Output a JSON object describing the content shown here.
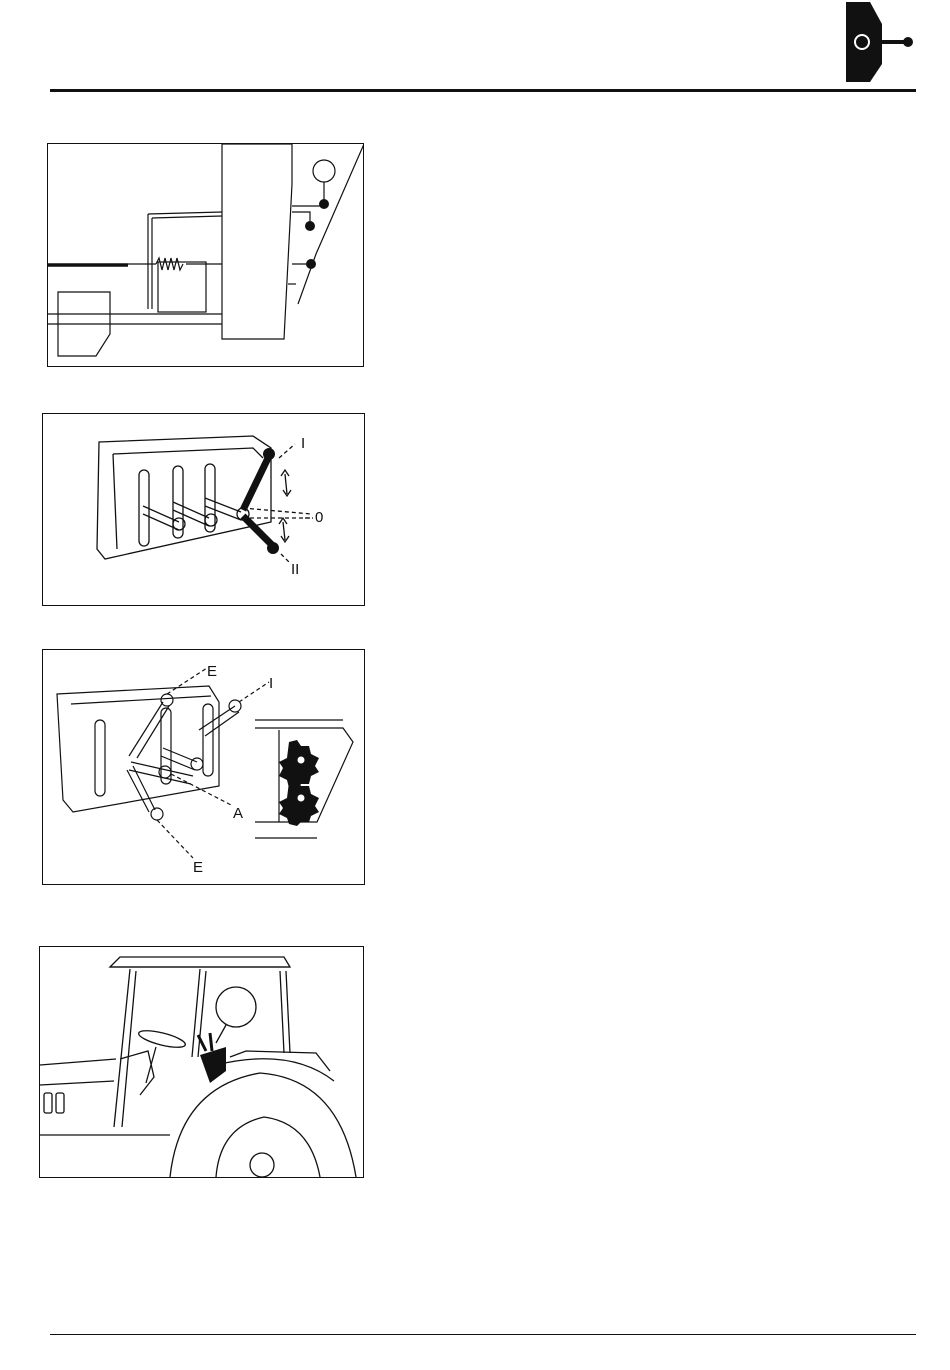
{
  "header": {
    "section_tab_icon": "machine-section-icon"
  },
  "figures": [
    {
      "id": "fig1",
      "description_icon": "linkage-diagram-icon",
      "labels": []
    },
    {
      "id": "fig2",
      "description_icon": "control-lever-block-icon",
      "labels": {
        "pos_up": "I",
        "pos_neutral": "0",
        "pos_down": "II"
      }
    },
    {
      "id": "fig3",
      "description_icon": "lever-positions-icon",
      "labels": {
        "top_e": "E",
        "top_i": "I",
        "mid_a": "A",
        "bottom_e": "E"
      }
    },
    {
      "id": "fig4",
      "description_icon": "tractor-cab-icon",
      "labels": []
    }
  ]
}
